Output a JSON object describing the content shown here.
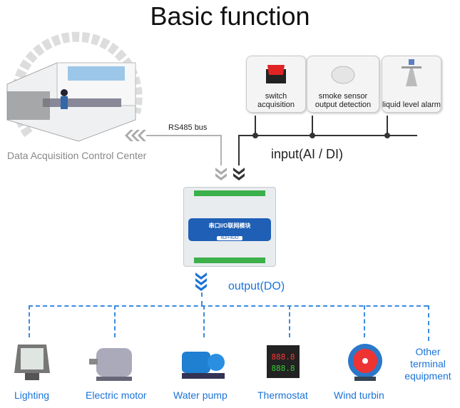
{
  "title": "Basic function",
  "control_center": {
    "label": "Data Acquisition Control Center"
  },
  "bus": {
    "label": "RS485 bus"
  },
  "inputs": {
    "label": "input(AI / DI)",
    "items": [
      {
        "label": "switch acquisition",
        "icon": "rocker-switch-icon"
      },
      {
        "label": "smoke sensor output detection",
        "icon": "smoke-sensor-icon"
      },
      {
        "label": "liquid level alarm",
        "icon": "level-sensor-icon"
      }
    ]
  },
  "module": {
    "name": "串口I/O联网模块",
    "model": "4DI+4DO"
  },
  "outputs": {
    "label": "output(DO)",
    "items": [
      {
        "label": "Lighting",
        "icon": "floodlight-icon"
      },
      {
        "label": "Electric motor",
        "icon": "motor-icon"
      },
      {
        "label": "Water pump",
        "icon": "pump-icon"
      },
      {
        "label": "Thermostat",
        "icon": "thermostat-icon",
        "display": "888.8"
      },
      {
        "label": "Wind turbin",
        "icon": "fan-icon"
      },
      {
        "label": "Other terminal equipment"
      }
    ]
  },
  "colors": {
    "accent": "#1a73d9",
    "bus": "#999999"
  }
}
